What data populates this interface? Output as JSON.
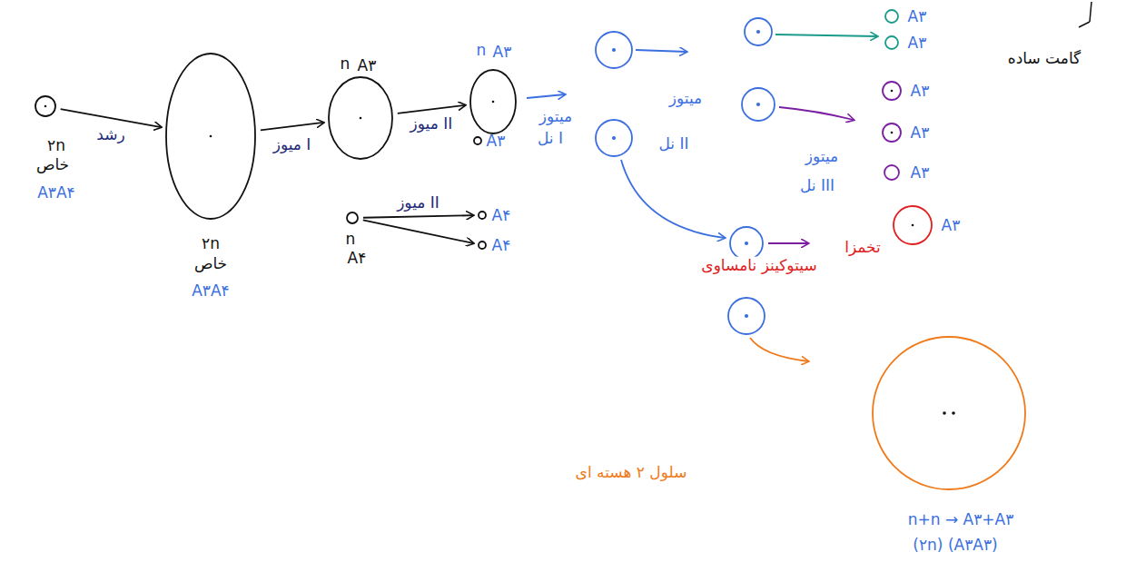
{
  "diagram": {
    "nodes": [
      {
        "text": [
          "۲n",
          "خاص",
          "A۳A۴"
        ]
      },
      {
        "text": [
          "۲n",
          "خاص",
          "A۳A۴"
        ]
      },
      {
        "text": [
          "n",
          "A۳"
        ]
      },
      {
        "text": [
          "n",
          "A۴"
        ]
      },
      {
        "text": [
          "n",
          "A۳"
        ]
      },
      {
        "text": [
          "A۳"
        ]
      },
      {
        "text": [
          "A۴"
        ]
      },
      {
        "text": [
          "A۴"
        ]
      },
      {
        "text": [
          "A۳"
        ]
      },
      {
        "text": [
          "A۳"
        ]
      },
      {
        "text": [
          "A۳"
        ]
      },
      {
        "text": [
          "A۳"
        ]
      },
      {
        "text": [
          "A۳"
        ]
      },
      {
        "text": [
          "A۳"
        ]
      },
      {
        "text": [
          "n+n → A۳+A۳",
          "(۲n) (A۳A۳)"
        ]
      }
    ],
    "edges": [
      {
        "from": 0,
        "to": 1,
        "label": "رشد",
        "arrow": "to"
      },
      {
        "from": 1,
        "to": 2,
        "label": "میوز I",
        "arrow": "to"
      },
      {
        "from": 2,
        "to": 4,
        "label": "میوز II",
        "arrow": "to"
      },
      {
        "from": 3,
        "to": 6,
        "label": "میوز II",
        "arrow": "to"
      },
      {
        "from": 3,
        "to": 7,
        "arrow": "to"
      }
    ],
    "labels": [
      "میتوز",
      "نل I",
      "میتوز",
      "نل II",
      "میتوز",
      "نل III",
      "سیتوکینز نامساوی",
      "تخمزا",
      "سلول ۲ هسته ای",
      "گامت ساده"
    ]
  }
}
